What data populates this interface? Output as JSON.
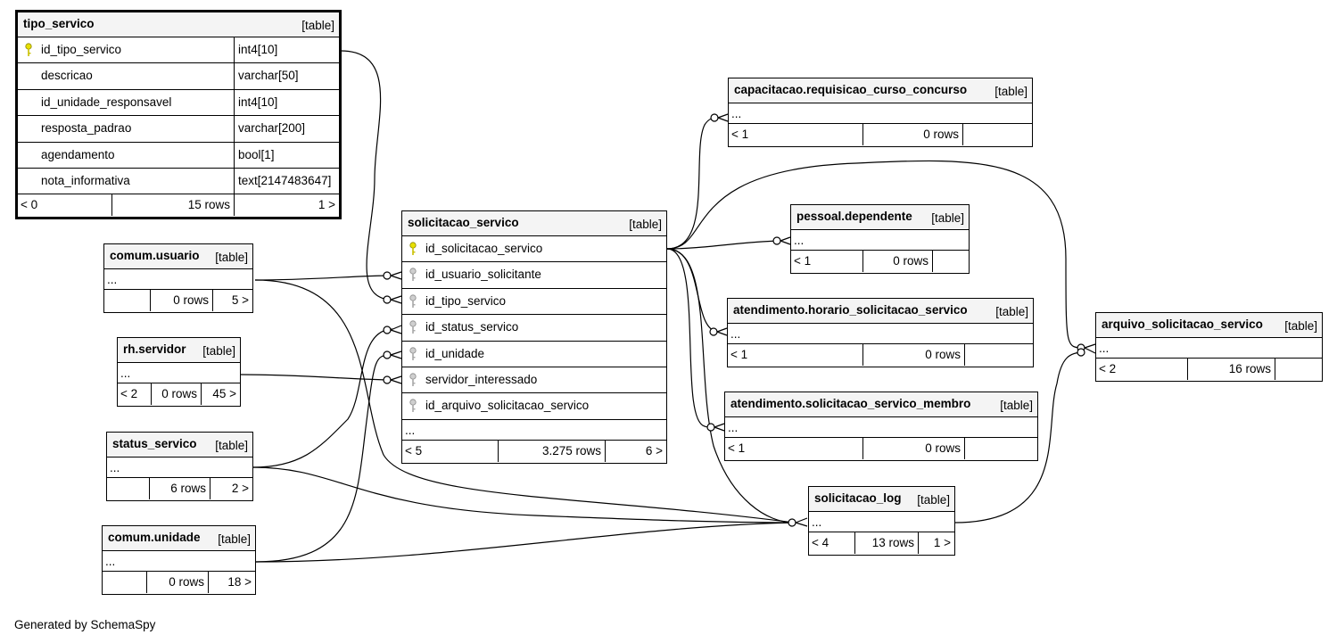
{
  "tables": {
    "tipo_servico": {
      "name": "tipo_servico",
      "kind": "[table]",
      "columns": [
        {
          "name": "id_tipo_servico",
          "type": "int4[10]",
          "key": "primary"
        },
        {
          "name": "descricao",
          "type": "varchar[50]",
          "key": ""
        },
        {
          "name": "id_unidade_responsavel",
          "type": "int4[10]",
          "key": ""
        },
        {
          "name": "resposta_padrao",
          "type": "varchar[200]",
          "key": ""
        },
        {
          "name": "agendamento",
          "type": "bool[1]",
          "key": ""
        },
        {
          "name": "nota_informativa",
          "type": "text[2147483647]",
          "key": ""
        }
      ],
      "parents": "< 0",
      "rows": "15 rows",
      "children": "1 >"
    },
    "solicitacao_servico": {
      "name": "solicitacao_servico",
      "kind": "[table]",
      "columns": [
        {
          "name": "id_solicitacao_servico",
          "key": "primary"
        },
        {
          "name": "id_usuario_solicitante",
          "key": "foreign"
        },
        {
          "name": "id_tipo_servico",
          "key": "foreign"
        },
        {
          "name": "id_status_servico",
          "key": "foreign"
        },
        {
          "name": "id_unidade",
          "key": "foreign"
        },
        {
          "name": "servidor_interessado",
          "key": "foreign"
        },
        {
          "name": "id_arquivo_solicitacao_servico",
          "key": "foreign"
        }
      ],
      "more": "...",
      "parents": "< 5",
      "rows": "3.275 rows",
      "children": "6 >"
    },
    "comum_usuario": {
      "name": "comum.usuario",
      "kind": "[table]",
      "more": "...",
      "parents": "",
      "rows": "0 rows",
      "children": "5 >"
    },
    "rh_servidor": {
      "name": "rh.servidor",
      "kind": "[table]",
      "more": "...",
      "parents": "< 2",
      "rows": "0 rows",
      "children": "45 >"
    },
    "status_servico": {
      "name": "status_servico",
      "kind": "[table]",
      "more": "...",
      "parents": "",
      "rows": "6 rows",
      "children": "2 >"
    },
    "comum_unidade": {
      "name": "comum.unidade",
      "kind": "[table]",
      "more": "...",
      "parents": "",
      "rows": "0 rows",
      "children": "18 >"
    },
    "capacitacao": {
      "name": "capacitacao.requisicao_curso_concurso",
      "kind": "[table]",
      "more": "...",
      "parents": "< 1",
      "rows": "0 rows",
      "children": ""
    },
    "pessoal_dependente": {
      "name": "pessoal.dependente",
      "kind": "[table]",
      "more": "...",
      "parents": "< 1",
      "rows": "0 rows",
      "children": ""
    },
    "horario": {
      "name": "atendimento.horario_solicitacao_servico",
      "kind": "[table]",
      "more": "...",
      "parents": "< 1",
      "rows": "0 rows",
      "children": ""
    },
    "membro": {
      "name": "atendimento.solicitacao_servico_membro",
      "kind": "[table]",
      "more": "...",
      "parents": "< 1",
      "rows": "0 rows",
      "children": ""
    },
    "solicitacao_log": {
      "name": "solicitacao_log",
      "kind": "[table]",
      "more": "...",
      "parents": "< 4",
      "rows": "13 rows",
      "children": "1 >"
    },
    "arquivo": {
      "name": "arquivo_solicitacao_servico",
      "kind": "[table]",
      "more": "...",
      "parents": "< 2",
      "rows": "16 rows",
      "children": ""
    }
  },
  "key_colors": {
    "primary": "#e8e000",
    "foreign": "#a8a8a8"
  },
  "footer": "Generated by SchemaSpy"
}
